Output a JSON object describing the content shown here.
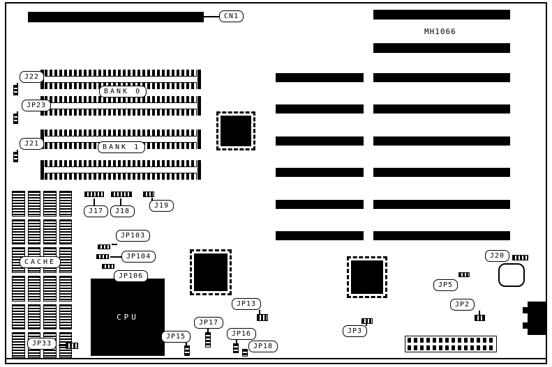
{
  "figure": {
    "model_label": "MH1066"
  },
  "labels": {
    "cpu": "CPU",
    "cache": "CACHE",
    "bank0": "BANK 0",
    "bank1": "BANK 1"
  },
  "callouts": {
    "cn1": "CN1",
    "j22": "J22",
    "jp23": "JP23",
    "j21": "J21",
    "j17": "J17",
    "j18": "J18",
    "j19": "J19",
    "jp103": "JP103",
    "jp104": "JP104",
    "jp106": "JP106",
    "jp33": "JP33",
    "jp15": "JP15",
    "jp17": "JP17",
    "jp16": "JP16",
    "jp18": "JP18",
    "jp13": "JP13",
    "jp3": "JP3",
    "jp2": "JP2",
    "jp5": "JP5",
    "j20": "J20"
  },
  "colors": {
    "line": "#000000",
    "background": "#ffffff"
  },
  "cache_chips": {
    "count": 24
  }
}
